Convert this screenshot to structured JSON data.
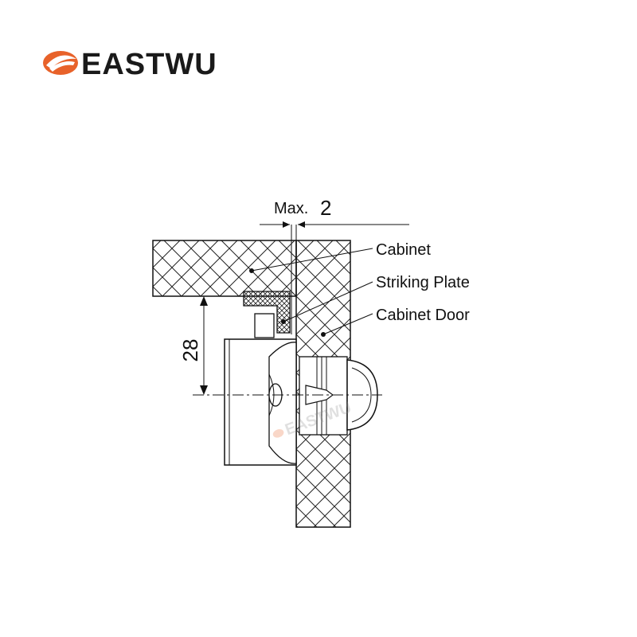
{
  "brand": {
    "name": "EASTWU",
    "logo_icon": "eastwu-swoosh-logo",
    "accent_color": "#e8622a"
  },
  "diagram": {
    "dimensions": {
      "max_gap_label": "Max.",
      "max_gap_value": "2",
      "height_value": "28"
    },
    "callouts": {
      "cabinet": "Cabinet",
      "striking_plate": "Striking Plate",
      "cabinet_door": "Cabinet Door"
    },
    "watermark": "EASTWU"
  }
}
